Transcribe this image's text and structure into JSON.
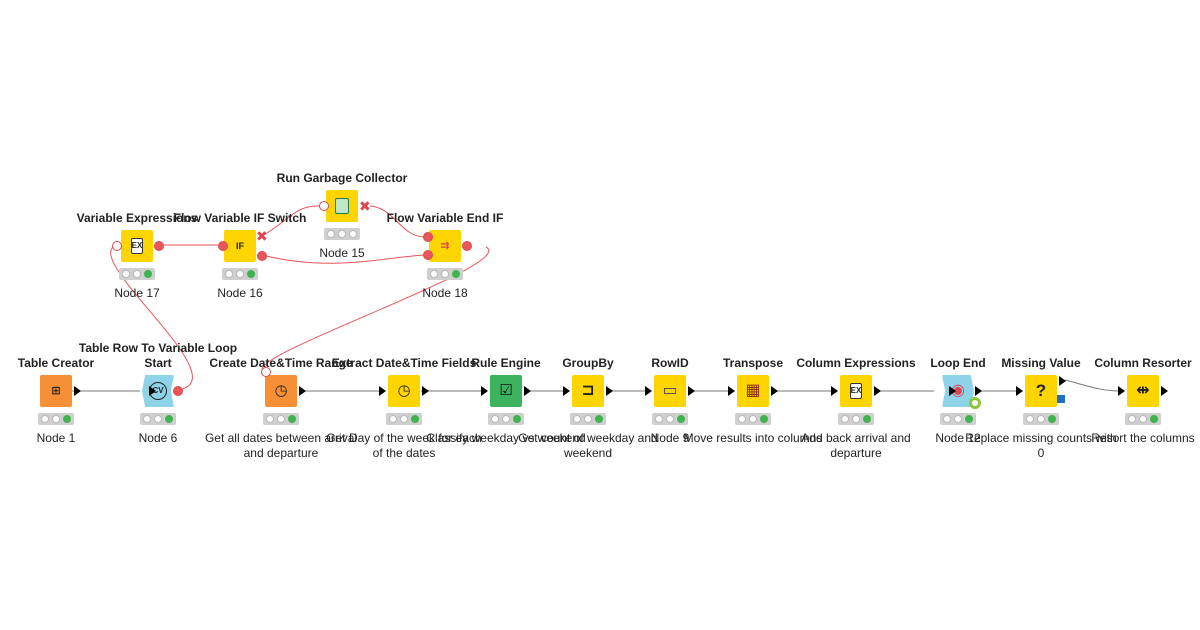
{
  "colors": {
    "manipulator": "#ffd500",
    "source": "#f68f35",
    "loop": "#8fd3e8",
    "other": "#3eb35f",
    "flow_var_line": "#e8555a",
    "data_line": "#777777",
    "status_green": "#3fb34f"
  },
  "nodes": [
    {
      "id": "n1",
      "title": "Table Creator",
      "label": "Node 1",
      "icon": "table-grid-icon",
      "glyph": "⊞",
      "kind": "source",
      "status": "green"
    },
    {
      "id": "n6",
      "title": "Table Row To Variable Loop Start",
      "label": "Node 6",
      "icon": "loop-start-icon",
      "glyph": "CV",
      "kind": "loop",
      "status": "green"
    },
    {
      "id": "cdr",
      "title": "Create Date&Time Range",
      "label": "Get all dates between arrival and departure",
      "icon": "clock-icon",
      "glyph": "◷",
      "kind": "source",
      "status": "green"
    },
    {
      "id": "edf",
      "title": "Extract Date&Time Fields",
      "label": "Get Day of the week for each of the dates",
      "icon": "clock-extract-icon",
      "glyph": "◷",
      "kind": "manipulator",
      "status": "green"
    },
    {
      "id": "re",
      "title": "Rule Engine",
      "label": "Classify weekday vs weekend",
      "icon": "rule-check-icon",
      "glyph": "☑",
      "kind": "other",
      "status": "green"
    },
    {
      "id": "gb",
      "title": "GroupBy",
      "label": "Get count of weekday and weekend",
      "icon": "groupby-icon",
      "glyph": "⊐",
      "kind": "manipulator",
      "status": "green"
    },
    {
      "id": "n9",
      "title": "RowID",
      "label": "Node 9",
      "icon": "rowid-icon",
      "glyph": "▭",
      "kind": "manipulator",
      "status": "green"
    },
    {
      "id": "tp",
      "title": "Transpose",
      "label": "Move results into columns",
      "icon": "transpose-icon",
      "glyph": "▦",
      "kind": "manipulator",
      "status": "green"
    },
    {
      "id": "ce",
      "title": "Column Expressions",
      "label": "Add back arrival and departure",
      "icon": "expression-icon",
      "glyph": "EX",
      "kind": "manipulator",
      "status": "green"
    },
    {
      "id": "n12",
      "title": "Loop End",
      "label": "Node 12",
      "icon": "loop-end-icon",
      "glyph": "◉",
      "kind": "loop",
      "status": "green"
    },
    {
      "id": "mv",
      "title": "Missing Value",
      "label": "Replace missing counts with 0",
      "icon": "question-icon",
      "glyph": "?",
      "kind": "manipulator",
      "status": "green"
    },
    {
      "id": "cr",
      "title": "Column Resorter",
      "label": "Resort the columns",
      "icon": "resorter-icon",
      "glyph": "⇹",
      "kind": "manipulator",
      "status": "green"
    },
    {
      "id": "n17",
      "title": "Variable Expressions",
      "label": "Node 17",
      "icon": "variable-expression-icon",
      "glyph": "EX",
      "kind": "manipulator",
      "status": "green"
    },
    {
      "id": "n16",
      "title": "Flow Variable IF Switch",
      "label": "Node 16",
      "icon": "if-switch-icon",
      "glyph": "IF",
      "kind": "manipulator",
      "status": "green"
    },
    {
      "id": "n15",
      "title": "Run Garbage Collector",
      "label": "Node 15",
      "icon": "garbage-bin-icon",
      "glyph": "🗑",
      "kind": "other",
      "status": "idle"
    },
    {
      "id": "n18",
      "title": "Flow Variable End IF",
      "label": "Node 18",
      "icon": "end-if-icon",
      "glyph": "⇉",
      "kind": "manipulator",
      "status": "green"
    }
  ]
}
